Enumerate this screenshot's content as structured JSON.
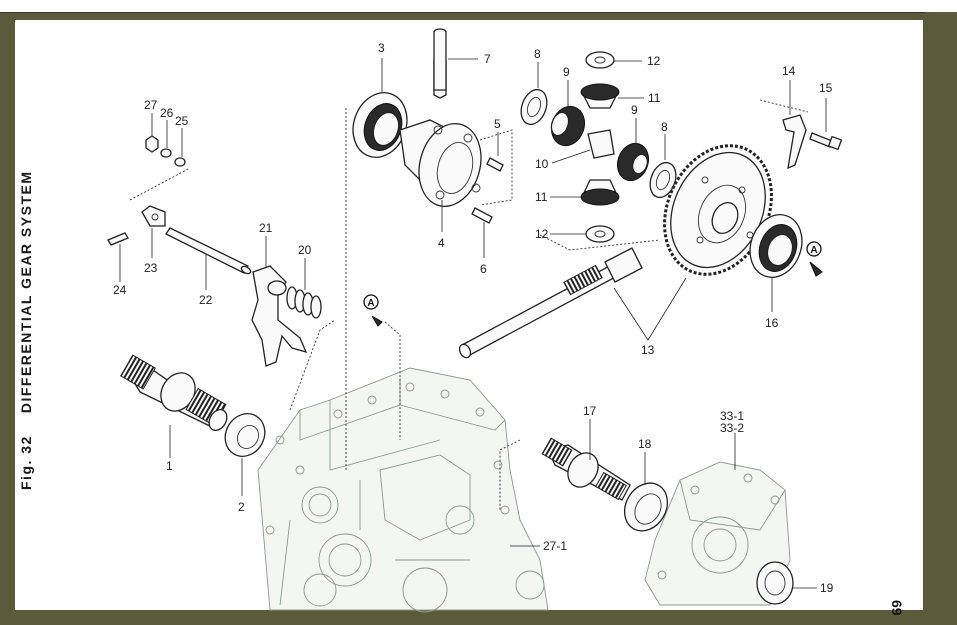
{
  "figure": {
    "fig_label": "Fig.  32",
    "title": "DIFFERENTIAL GEAR SYSTEM",
    "page_number": "69"
  },
  "callouts": [
    {
      "id": "c3",
      "text": "3"
    },
    {
      "id": "c7",
      "text": "7"
    },
    {
      "id": "c8a",
      "text": "8"
    },
    {
      "id": "c12a",
      "text": "12"
    },
    {
      "id": "c9a",
      "text": "9"
    },
    {
      "id": "c11a",
      "text": "11"
    },
    {
      "id": "c9b",
      "text": "9"
    },
    {
      "id": "c8b",
      "text": "8"
    },
    {
      "id": "c10",
      "text": "10"
    },
    {
      "id": "c5",
      "text": "5"
    },
    {
      "id": "c4",
      "text": "4"
    },
    {
      "id": "c6",
      "text": "6"
    },
    {
      "id": "c11b",
      "text": "11"
    },
    {
      "id": "c12b",
      "text": "12"
    },
    {
      "id": "c14",
      "text": "14"
    },
    {
      "id": "c15",
      "text": "15"
    },
    {
      "id": "c16",
      "text": "16"
    },
    {
      "id": "c13",
      "text": "13"
    },
    {
      "id": "c27",
      "text": "27"
    },
    {
      "id": "c26",
      "text": "26"
    },
    {
      "id": "c25",
      "text": "25"
    },
    {
      "id": "c23",
      "text": "23"
    },
    {
      "id": "c24",
      "text": "24"
    },
    {
      "id": "c22",
      "text": "22"
    },
    {
      "id": "c21",
      "text": "21"
    },
    {
      "id": "c20",
      "text": "20"
    },
    {
      "id": "c1",
      "text": "1"
    },
    {
      "id": "c2",
      "text": "2"
    },
    {
      "id": "c17",
      "text": "17"
    },
    {
      "id": "c18",
      "text": "18"
    },
    {
      "id": "c331",
      "text": "33-1"
    },
    {
      "id": "c332",
      "text": "33-2"
    },
    {
      "id": "c271",
      "text": "27-1"
    },
    {
      "id": "c19",
      "text": "19"
    }
  ],
  "markers": [
    {
      "id": "mA1",
      "text": "A"
    },
    {
      "id": "mA2",
      "text": "A"
    }
  ]
}
